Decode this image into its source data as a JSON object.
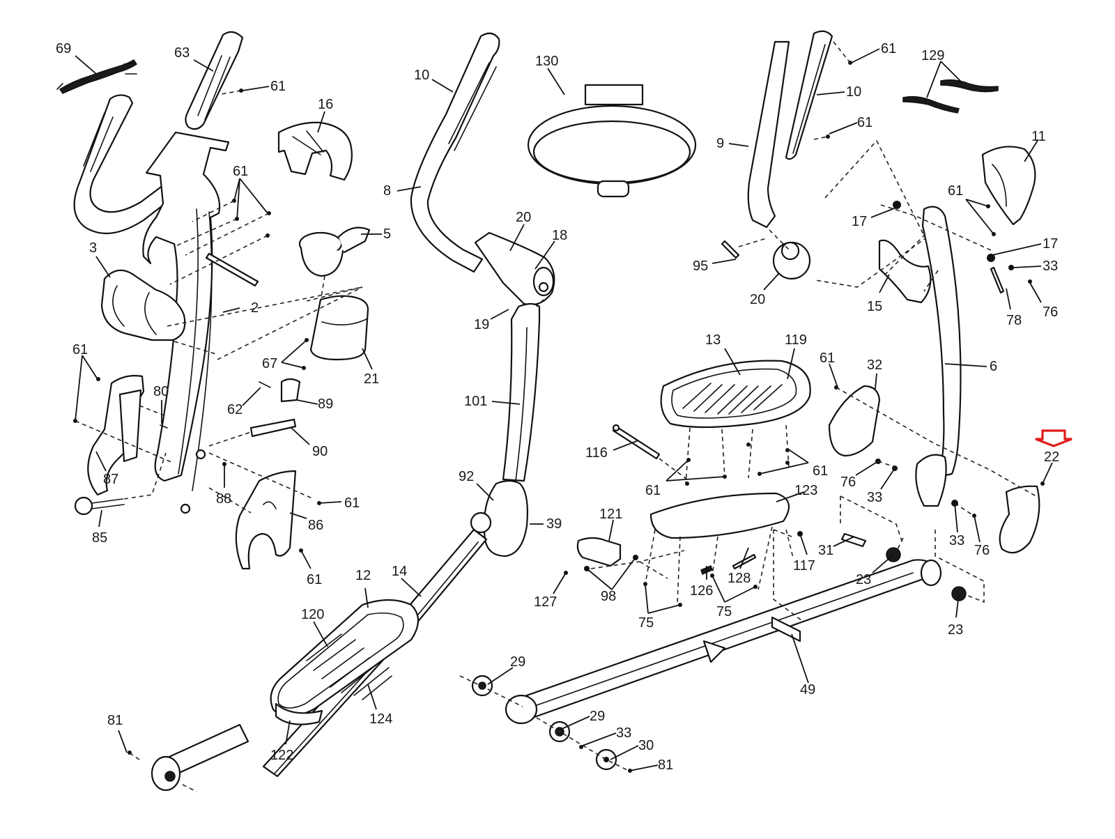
{
  "diagram": {
    "type": "exploded-parts-diagram",
    "subject": "elliptical trainer assembly",
    "highlight": {
      "part": "22",
      "marker": "red-down-arrow",
      "color": "#e01c1c"
    },
    "labels": [
      {
        "id": "69",
        "text": "69"
      },
      {
        "id": "63",
        "text": "63"
      },
      {
        "id": "61a",
        "text": "61"
      },
      {
        "id": "16",
        "text": "16"
      },
      {
        "id": "61b",
        "text": "61"
      },
      {
        "id": "5",
        "text": "5"
      },
      {
        "id": "3",
        "text": "3"
      },
      {
        "id": "2",
        "text": "2"
      },
      {
        "id": "61c",
        "text": "61"
      },
      {
        "id": "80",
        "text": "80"
      },
      {
        "id": "67",
        "text": "67"
      },
      {
        "id": "21",
        "text": "21"
      },
      {
        "id": "62",
        "text": "62"
      },
      {
        "id": "89",
        "text": "89"
      },
      {
        "id": "90",
        "text": "90"
      },
      {
        "id": "87",
        "text": "87"
      },
      {
        "id": "88",
        "text": "88"
      },
      {
        "id": "61d",
        "text": "61"
      },
      {
        "id": "86",
        "text": "86"
      },
      {
        "id": "85",
        "text": "85"
      },
      {
        "id": "61e",
        "text": "61"
      },
      {
        "id": "10a",
        "text": "10"
      },
      {
        "id": "8",
        "text": "8"
      },
      {
        "id": "130",
        "text": "130"
      },
      {
        "id": "20a",
        "text": "20"
      },
      {
        "id": "18",
        "text": "18"
      },
      {
        "id": "19",
        "text": "19"
      },
      {
        "id": "101",
        "text": "101"
      },
      {
        "id": "92",
        "text": "92"
      },
      {
        "id": "39",
        "text": "39"
      },
      {
        "id": "12",
        "text": "12"
      },
      {
        "id": "14",
        "text": "14"
      },
      {
        "id": "120",
        "text": "120"
      },
      {
        "id": "124",
        "text": "124"
      },
      {
        "id": "122",
        "text": "122"
      },
      {
        "id": "81a",
        "text": "81"
      },
      {
        "id": "61f",
        "text": "61"
      },
      {
        "id": "10b",
        "text": "10"
      },
      {
        "id": "61g",
        "text": "61"
      },
      {
        "id": "9",
        "text": "9"
      },
      {
        "id": "129",
        "text": "129"
      },
      {
        "id": "11",
        "text": "11"
      },
      {
        "id": "61h",
        "text": "61"
      },
      {
        "id": "17a",
        "text": "17"
      },
      {
        "id": "17b",
        "text": "17"
      },
      {
        "id": "33a",
        "text": "33"
      },
      {
        "id": "95",
        "text": "95"
      },
      {
        "id": "20b",
        "text": "20"
      },
      {
        "id": "15",
        "text": "15"
      },
      {
        "id": "78",
        "text": "78"
      },
      {
        "id": "76a",
        "text": "76"
      },
      {
        "id": "13",
        "text": "13"
      },
      {
        "id": "119",
        "text": "119"
      },
      {
        "id": "61i",
        "text": "61"
      },
      {
        "id": "32",
        "text": "32"
      },
      {
        "id": "6",
        "text": "6"
      },
      {
        "id": "116",
        "text": "116"
      },
      {
        "id": "61j",
        "text": "61"
      },
      {
        "id": "61k",
        "text": "61"
      },
      {
        "id": "22",
        "text": "22"
      },
      {
        "id": "76b",
        "text": "76"
      },
      {
        "id": "33b",
        "text": "33"
      },
      {
        "id": "123",
        "text": "123"
      },
      {
        "id": "121",
        "text": "121"
      },
      {
        "id": "33c",
        "text": "33"
      },
      {
        "id": "76c",
        "text": "76"
      },
      {
        "id": "117",
        "text": "117"
      },
      {
        "id": "31",
        "text": "31"
      },
      {
        "id": "128",
        "text": "128"
      },
      {
        "id": "126",
        "text": "126"
      },
      {
        "id": "98",
        "text": "98"
      },
      {
        "id": "127",
        "text": "127"
      },
      {
        "id": "75a",
        "text": "75"
      },
      {
        "id": "75b",
        "text": "75"
      },
      {
        "id": "23a",
        "text": "23"
      },
      {
        "id": "23b",
        "text": "23"
      },
      {
        "id": "49",
        "text": "49"
      },
      {
        "id": "29a",
        "text": "29"
      },
      {
        "id": "29b",
        "text": "29"
      },
      {
        "id": "33d",
        "text": "33"
      },
      {
        "id": "30",
        "text": "30"
      },
      {
        "id": "81b",
        "text": "81"
      }
    ]
  }
}
